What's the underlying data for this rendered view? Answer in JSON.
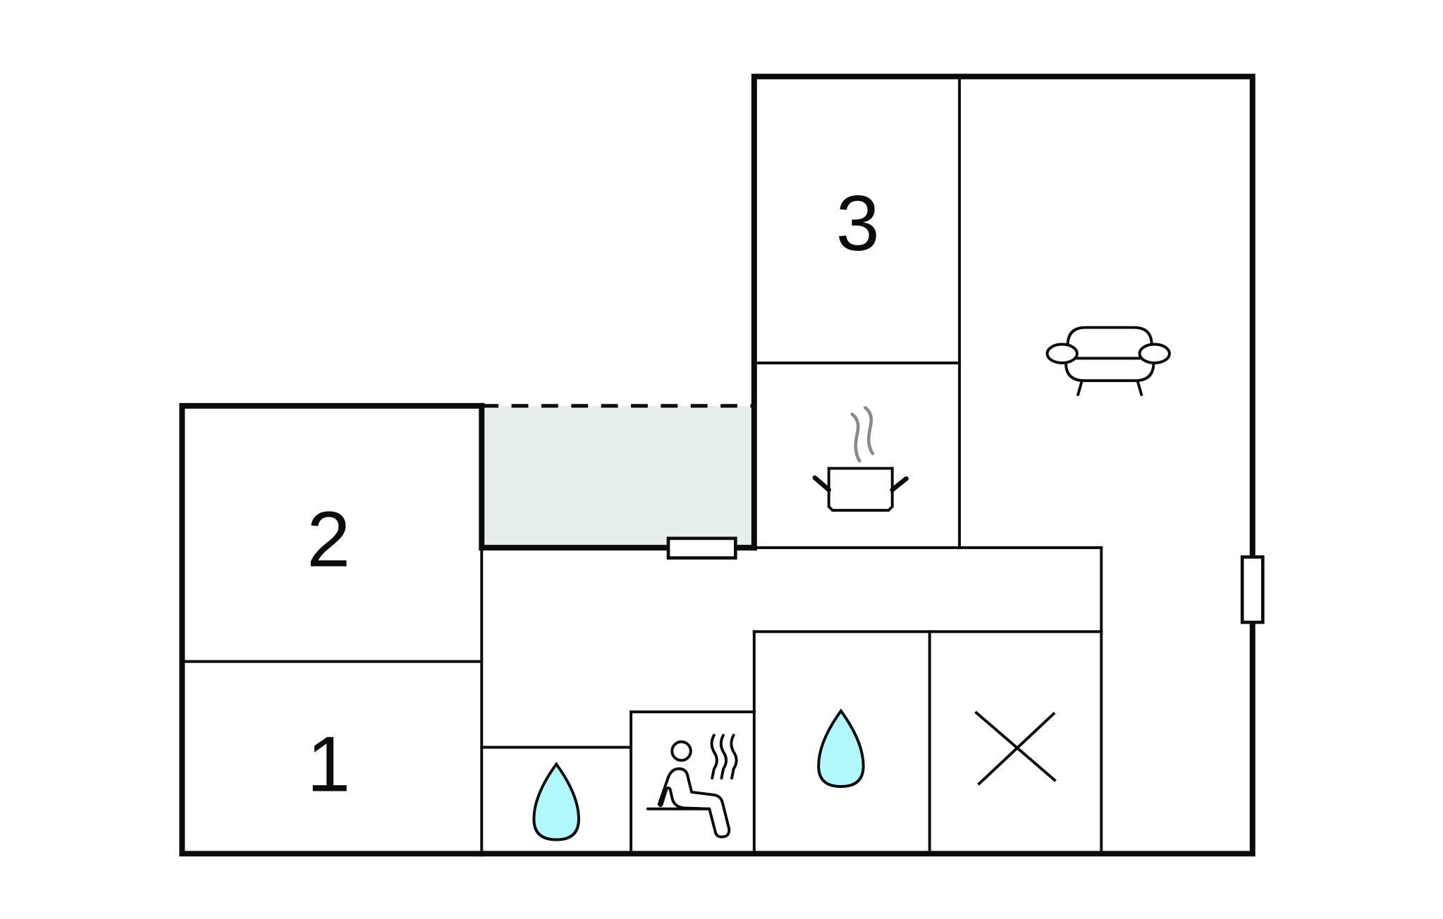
{
  "diagram": {
    "type": "floor-plan",
    "colors": {
      "wall": "#0a0c0b",
      "terrace_fill": "#e6efee",
      "water_drop_fill": "#b0f8fb",
      "steam": "#8a8a8a",
      "background": "#ffffff"
    },
    "rooms": [
      {
        "id": "bedroom-1",
        "label": "1",
        "kind": "bedroom"
      },
      {
        "id": "bedroom-2",
        "label": "2",
        "kind": "bedroom"
      },
      {
        "id": "bedroom-3",
        "label": "3",
        "kind": "bedroom"
      },
      {
        "id": "kitchen",
        "label": "",
        "kind": "kitchen",
        "icon": "cooking-pot-icon"
      },
      {
        "id": "living-room",
        "label": "",
        "kind": "living-room",
        "icon": "sofa-icon"
      },
      {
        "id": "bathroom-small",
        "label": "",
        "kind": "bathroom",
        "icon": "water-drop-icon"
      },
      {
        "id": "sauna",
        "label": "",
        "kind": "sauna",
        "icon": "sauna-icon"
      },
      {
        "id": "bathroom-large",
        "label": "",
        "kind": "bathroom",
        "icon": "water-drop-icon"
      },
      {
        "id": "utility",
        "label": "",
        "kind": "technical-room",
        "icon": "x-mark-icon"
      },
      {
        "id": "hallway",
        "label": "",
        "kind": "hallway"
      },
      {
        "id": "terrace",
        "label": "",
        "kind": "covered-terrace"
      }
    ],
    "openings": [
      {
        "id": "terrace-door",
        "kind": "door",
        "wall": "terrace-south"
      },
      {
        "id": "east-window",
        "kind": "window",
        "wall": "east-exterior"
      }
    ]
  }
}
